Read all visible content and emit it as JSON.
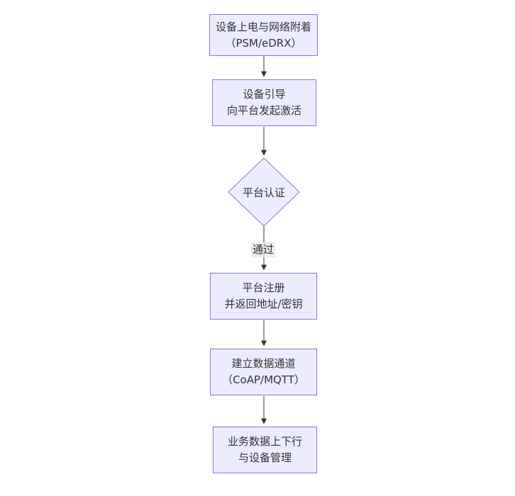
{
  "diagram": {
    "kind": "flowchart",
    "direction": "top-down",
    "nodes": [
      {
        "id": "power-attach",
        "shape": "rectangle",
        "lines": [
          "设备上电与网络附着",
          "（PSM/eDRX）"
        ]
      },
      {
        "id": "bootstrap",
        "shape": "rectangle",
        "lines": [
          "设备引导",
          "向平台发起激活"
        ]
      },
      {
        "id": "platform-auth",
        "shape": "diamond",
        "lines": [
          "平台认证"
        ]
      },
      {
        "id": "platform-register",
        "shape": "rectangle",
        "lines": [
          "平台注册",
          "并返回地址/密钥"
        ]
      },
      {
        "id": "data-channel",
        "shape": "rectangle",
        "lines": [
          "建立数据通道",
          "（CoAP/MQTT）"
        ]
      },
      {
        "id": "business-data",
        "shape": "rectangle",
        "lines": [
          "业务数据上下行",
          "与设备管理"
        ]
      }
    ],
    "edges": [
      {
        "from": "power-attach",
        "to": "bootstrap",
        "label": ""
      },
      {
        "from": "bootstrap",
        "to": "platform-auth",
        "label": ""
      },
      {
        "from": "platform-auth",
        "to": "platform-register",
        "label": "通过"
      },
      {
        "from": "platform-register",
        "to": "data-channel",
        "label": ""
      },
      {
        "from": "data-channel",
        "to": "business-data",
        "label": ""
      }
    ],
    "colors": {
      "node_fill": "#ECECFF",
      "node_border": "#9370DB",
      "node_text": "#333333",
      "edge_line": "#333333",
      "arrowhead": "#333333",
      "edge_label_bg": "#e8e8e8",
      "edge_label_text": "#333333",
      "background": "#ffffff"
    }
  }
}
